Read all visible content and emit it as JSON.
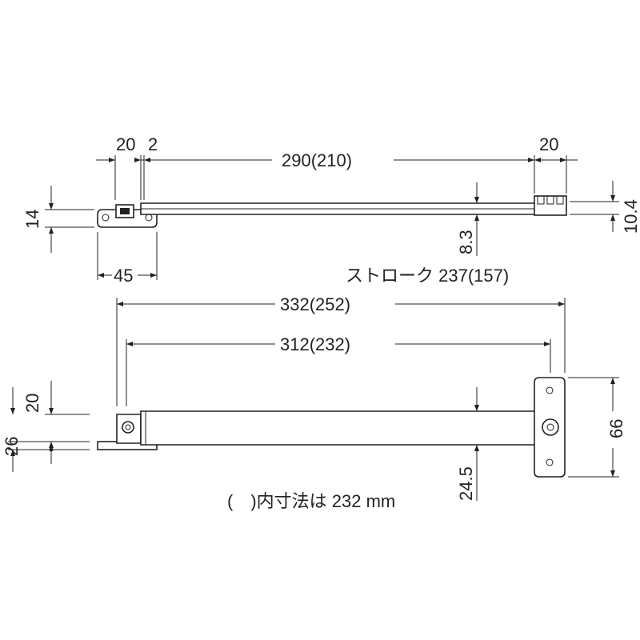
{
  "dimensions": {
    "top_left_width": "20",
    "top_gap": "2",
    "top_length": "290(210)",
    "top_right_width": "20",
    "top_height_left": "14",
    "top_height_right": "10.4",
    "top_offset": "8.3",
    "top_base": "45",
    "stroke": "ストローク 237(157)",
    "bottom_outer": "332(252)",
    "bottom_inner": "312(232)",
    "bottom_left_20": "20",
    "bottom_left_26": "26",
    "bottom_offset": "24.5",
    "bottom_right_66": "66"
  },
  "note": "(　)内寸法は 232 mm"
}
